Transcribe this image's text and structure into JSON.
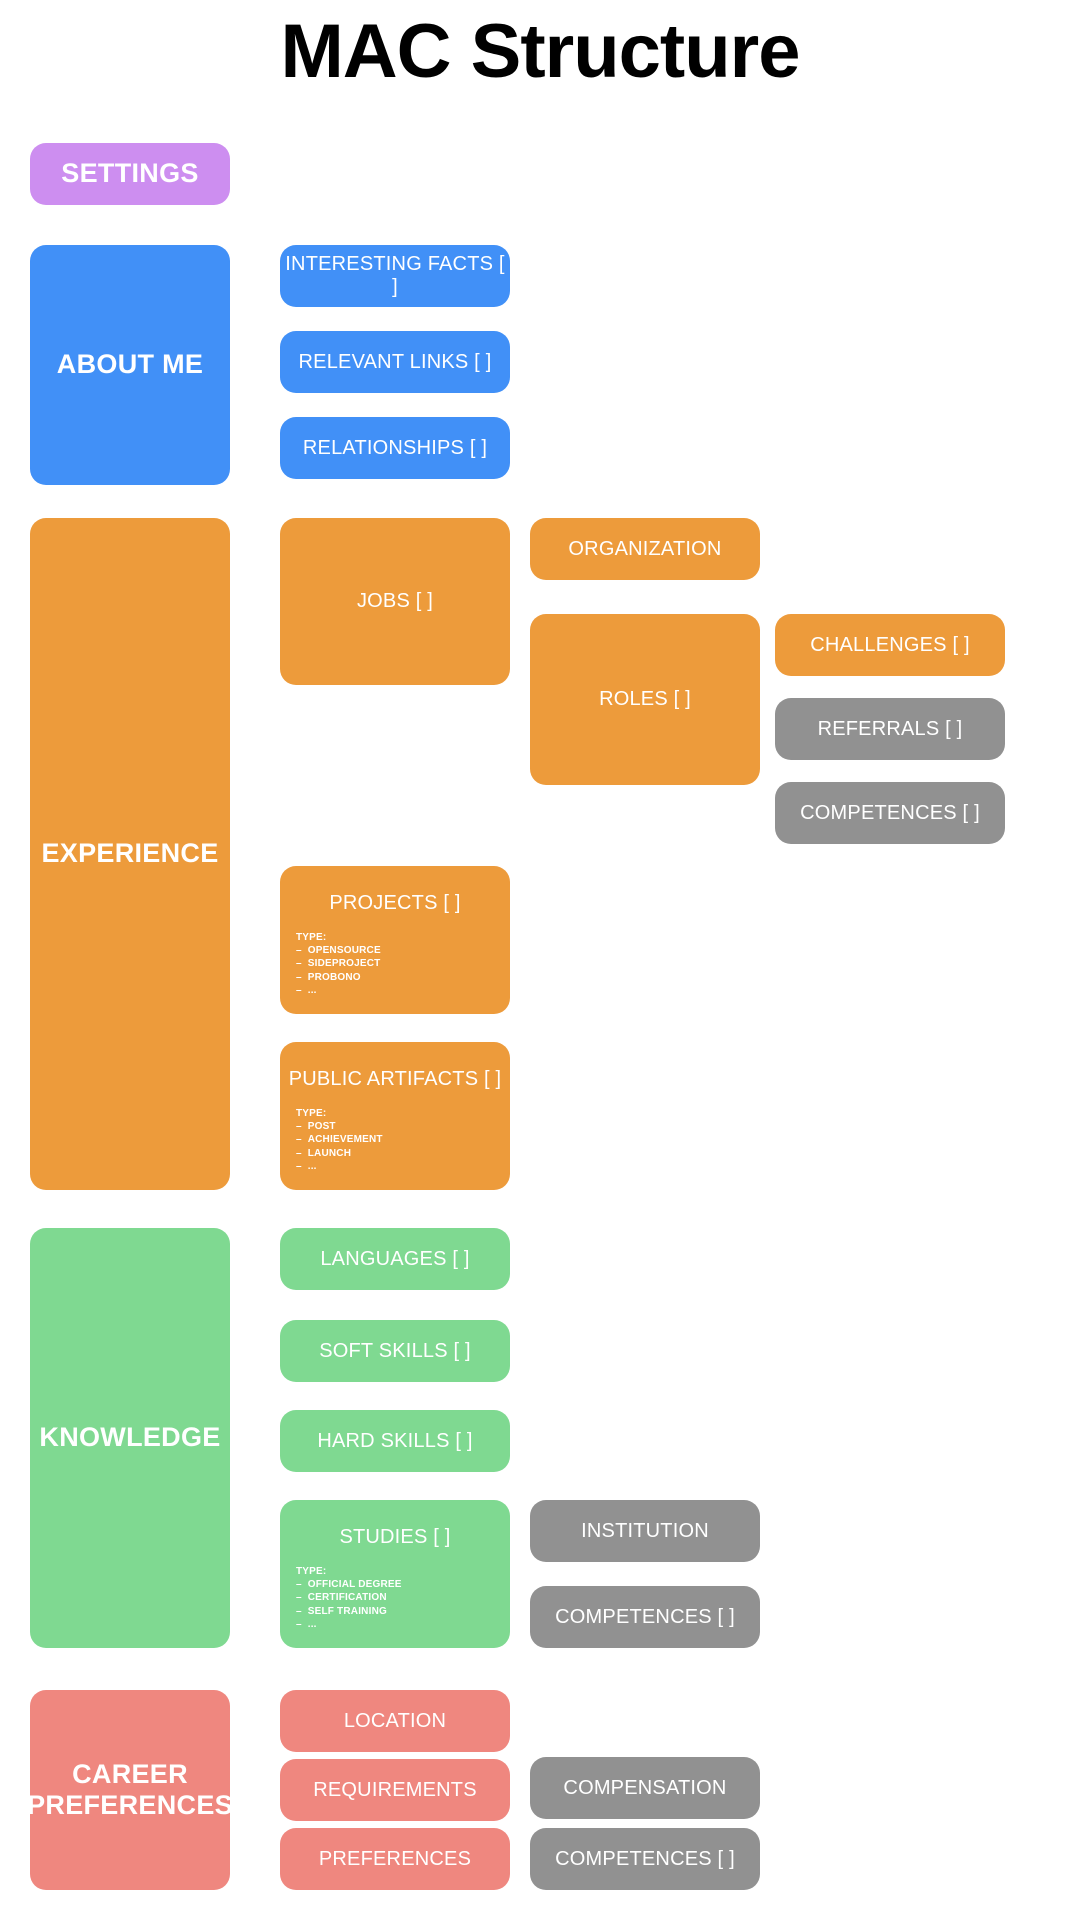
{
  "title": "MAC Structure",
  "colors": {
    "purple": "#cd8ef0",
    "blue": "#4190f7",
    "orange": "#ed9b3b",
    "green": "#7fd991",
    "salmon": "#ef877f",
    "gray": "#919191",
    "background": "#ffffff",
    "title_text": "#000000",
    "node_text": "#ffffff"
  },
  "sections": {
    "settings": {
      "label": "SETTINGS"
    },
    "about_me": {
      "label": "ABOUT ME",
      "children": [
        {
          "label": "INTERESTING FACTS [ ]"
        },
        {
          "label": "RELEVANT LINKS [ ]"
        },
        {
          "label": "RELATIONSHIPS [ ]"
        }
      ]
    },
    "experience": {
      "label": "EXPERIENCE",
      "jobs": {
        "label": "JOBS [ ]"
      },
      "organization": {
        "label": "ORGANIZATION"
      },
      "roles": {
        "label": "ROLES [ ]"
      },
      "challenges": {
        "label": "CHALLENGES [ ]"
      },
      "referrals": {
        "label": "REFERRALS [ ]"
      },
      "competences": {
        "label": "COMPETENCES [ ]"
      },
      "projects": {
        "label": "PROJECTS [ ]",
        "type_label": "TYPE:",
        "types": [
          "OPENSOURCE",
          "SIDEPROJECT",
          "PROBONO",
          "..."
        ]
      },
      "public_artifacts": {
        "label": "PUBLIC ARTIFACTS [ ]",
        "type_label": "TYPE:",
        "types": [
          "POST",
          "ACHIEVEMENT",
          "LAUNCH",
          "..."
        ]
      }
    },
    "knowledge": {
      "label": "KNOWLEDGE",
      "languages": {
        "label": "LANGUAGES [ ]"
      },
      "soft_skills": {
        "label": "SOFT SKILLS [ ]"
      },
      "hard_skills": {
        "label": "HARD SKILLS [ ]"
      },
      "studies": {
        "label": "STUDIES [ ]",
        "type_label": "TYPE:",
        "types": [
          "OFFICIAL DEGREE",
          "CERTIFICATION",
          "SELF TRAINING",
          "..."
        ]
      },
      "institution": {
        "label": "INSTITUTION"
      },
      "competences": {
        "label": "COMPETENCES [ ]"
      }
    },
    "career_preferences": {
      "label": "CAREER PREFERENCES",
      "location": {
        "label": "LOCATION"
      },
      "requirements": {
        "label": "REQUIREMENTS"
      },
      "preferences": {
        "label": "PREFERENCES"
      },
      "compensation": {
        "label": "COMPENSATION"
      },
      "competences": {
        "label": "COMPETENCES [ ]"
      }
    }
  }
}
